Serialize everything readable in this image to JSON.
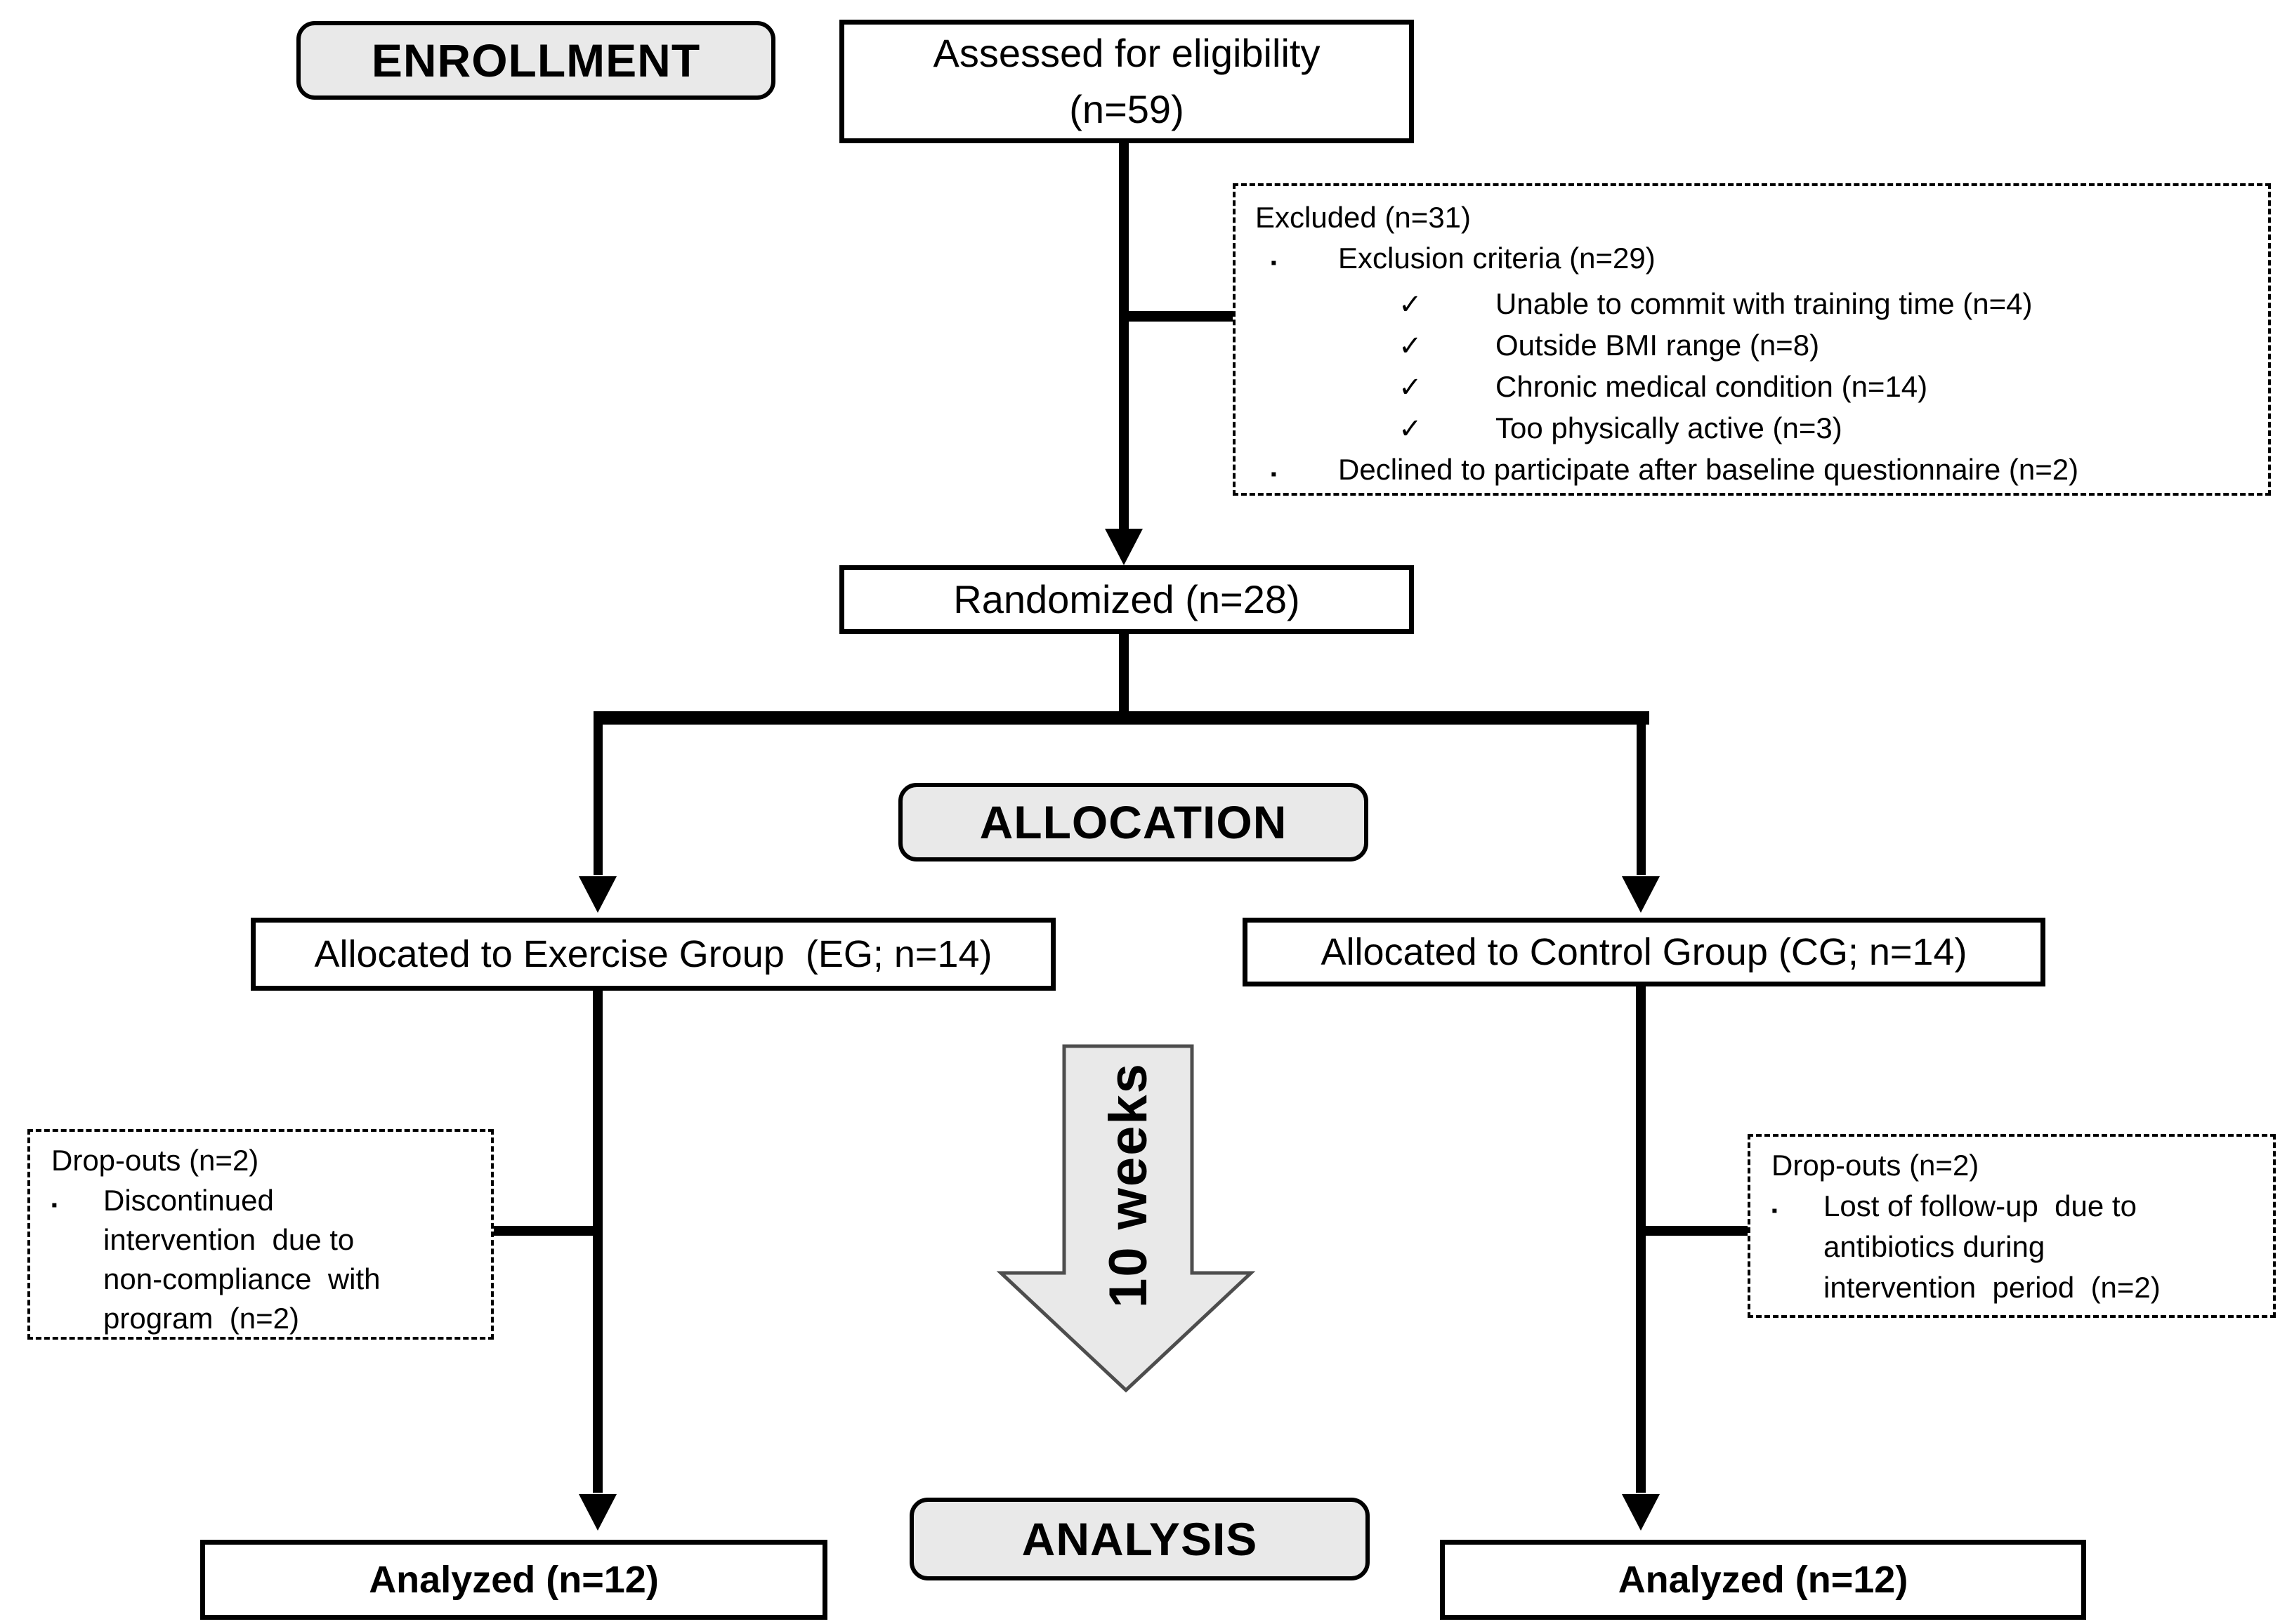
{
  "stages": {
    "enrollment": "ENROLLMENT",
    "allocation": "ALLOCATION",
    "analysis": "ANALYSIS"
  },
  "icons": {
    "check": "✓",
    "bullet": "▪"
  },
  "boxes": {
    "assessed": {
      "line1": "Assessed for eligibility",
      "line2": "(n=59)"
    },
    "excluded": {
      "title": "Excluded (n=31)",
      "exclusion_criteria": "Exclusion criteria (n=29)",
      "checks": [
        "Unable to commit with training time (n=4)",
        "Outside BMI range (n=8)",
        "Chronic medical condition (n=14)",
        "Too physically active (n=3)"
      ],
      "declined": "Declined to participate after baseline questionnaire (n=2)"
    },
    "randomized": {
      "label": "Randomized (n=28)"
    },
    "allocated_exercise": {
      "label": "Allocated to Exercise Group  (EG; n=14)"
    },
    "allocated_control": {
      "label": "Allocated to Control Group (CG; n=14)"
    },
    "dropouts_exercise": {
      "title": "Drop-outs (n=2)",
      "lines": [
        "Discontinued",
        "intervention  due to",
        "non-compliance  with",
        "program  (n=2)"
      ]
    },
    "dropouts_control": {
      "title": "Drop-outs (n=2)",
      "lines": [
        "Lost of follow-up  due to",
        "antibiotics during",
        "intervention  period  (n=2)"
      ]
    },
    "analyzed_exercise": {
      "label": "Analyzed (n=12)"
    },
    "analyzed_control": {
      "label": "Analyzed (n=12)"
    },
    "duration_arrow": {
      "label": "10 weeks"
    }
  },
  "colors": {
    "stage_fill": "#e9e9e9",
    "arrow_fill": "#e9e9e9",
    "arrow_outline": "#4d4d4d",
    "border": "#000000",
    "background": "#ffffff"
  }
}
